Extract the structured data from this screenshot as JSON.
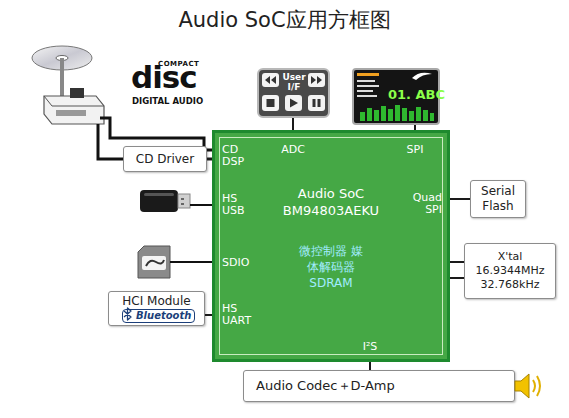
{
  "diagram": {
    "title": "Audio SoC应用方框图",
    "nodes": [
      {
        "text": [
          "User I/F"
        ]
      },
      {
        "text": [
          "01. ABC"
        ]
      },
      {
        "text": [
          "Audio SoC BM94803AEKU",
          "微控制器 媒体解码器 SDRAM"
        ]
      },
      {
        "text": [
          "CD Driver"
        ]
      },
      {
        "text": [
          "Serial Flash"
        ]
      },
      {
        "text": [
          "X'tal",
          "16.9344MHz 32.768kHz"
        ]
      },
      {
        "text": [
          "HCI Module",
          "Bluetooth"
        ]
      },
      {
        "text": [
          "Audio Codec＋D-Amp"
        ]
      }
    ],
    "edges": [
      {
        "from": 3,
        "to": 2,
        "arrow": "none"
      },
      {
        "from": 2,
        "to": 0,
        "arrow": "none"
      },
      {
        "from": 2,
        "to": 1,
        "arrow": "none"
      },
      {
        "from": 2,
        "to": 4,
        "arrow": "none"
      },
      {
        "from": 2,
        "to": 5,
        "arrow": "none"
      },
      {
        "from": 2,
        "to": 5,
        "arrow": "none"
      },
      {
        "from": 6,
        "to": 2,
        "arrow": "none"
      },
      {
        "from": 2,
        "to": 7,
        "arrow": "none"
      }
    ],
    "labels": [
      "COMPACT",
      "disc",
      "DIGITAL AUDIO",
      "CD DSP",
      "ADC",
      "SPI",
      "HS USB",
      "Quad SPI",
      "SDIO",
      "HS UART",
      "I²S"
    ]
  }
}
